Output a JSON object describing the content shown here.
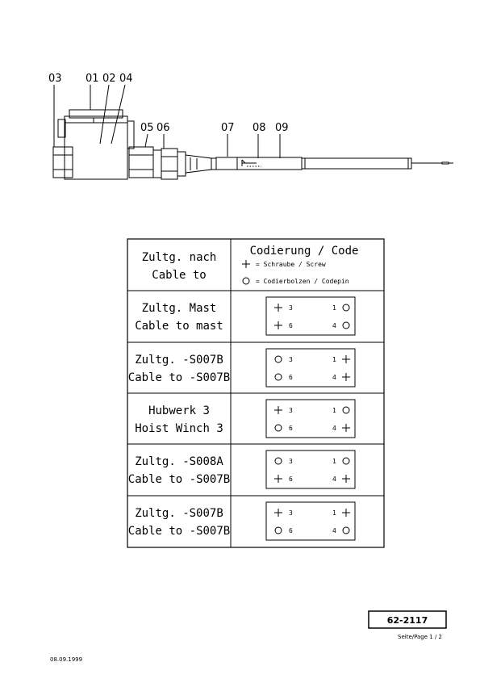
{
  "drawing": {
    "callouts": [
      "03",
      "01",
      "02",
      "04",
      "05",
      "06",
      "07",
      "08",
      "09"
    ]
  },
  "table": {
    "header": {
      "left_line1": "Zultg. nach",
      "left_line2": "Cable to",
      "right_title": "Codierung / Code",
      "legend_screw": "= Schraube / Screw",
      "legend_codepin": "= Codierbolzen / Codepin"
    },
    "rows": [
      {
        "line1": "Zultg. Mast",
        "line2": "Cable to mast",
        "pos3": "3",
        "pos1": "1",
        "pos6": "6",
        "pos4": "4",
        "code": {
          "p3": "screw",
          "p1": "pin",
          "p6": "screw",
          "p4": "pin"
        }
      },
      {
        "line1": "Zultg. -S007B",
        "line2": "Cable to -S007B",
        "pos3": "3",
        "pos1": "1",
        "pos6": "6",
        "pos4": "4",
        "code": {
          "p3": "pin",
          "p1": "screw",
          "p6": "pin",
          "p4": "screw"
        }
      },
      {
        "line1": "Hubwerk 3",
        "line2": "Hoist Winch 3",
        "pos3": "3",
        "pos1": "1",
        "pos6": "6",
        "pos4": "4",
        "code": {
          "p3": "screw",
          "p1": "pin",
          "p6": "pin",
          "p4": "screw"
        }
      },
      {
        "line1": "Zultg. -S008A",
        "line2": "Cable to -S007B",
        "pos3": "3",
        "pos1": "1",
        "pos6": "6",
        "pos4": "4",
        "code": {
          "p3": "pin",
          "p1": "pin",
          "p6": "screw",
          "p4": "screw"
        }
      },
      {
        "line1": "Zultg. -S007B",
        "line2": "Cable to -S007B",
        "pos3": "3",
        "pos1": "1",
        "pos6": "6",
        "pos4": "4",
        "code": {
          "p3": "screw",
          "p1": "screw",
          "p6": "pin",
          "p4": "pin"
        }
      }
    ]
  },
  "footer": {
    "drawing_number": "62-2117",
    "page_label": "Seite/Page 1 / 2",
    "date": "08.09.1999"
  }
}
